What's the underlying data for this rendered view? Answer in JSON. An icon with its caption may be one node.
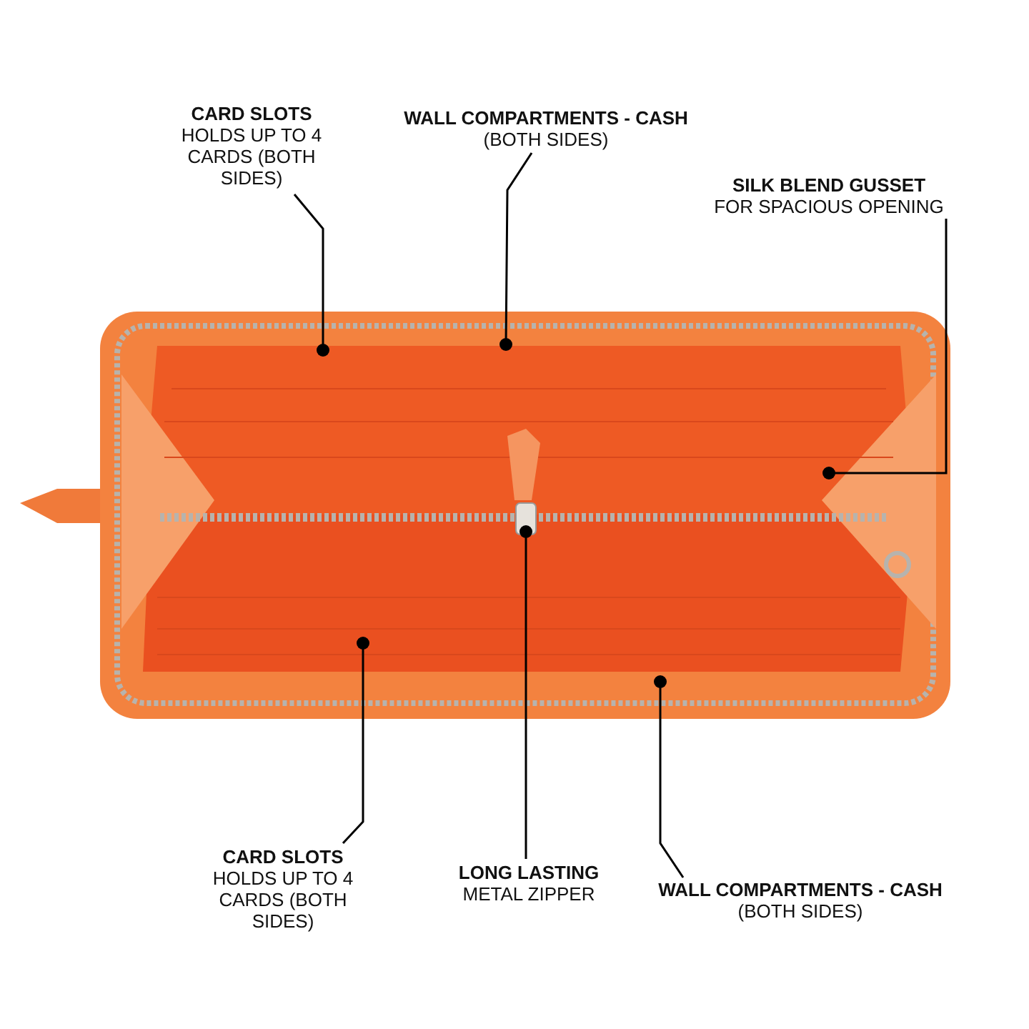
{
  "diagram": {
    "nodes": [
      {
        "text": [
          "CARD SLOTS",
          "HOLDS UP TO 4 CARDS (BOTH SIDES)"
        ]
      },
      {
        "text": [
          "WALL COMPARTMENTS - CASH",
          "(BOTH SIDES)"
        ]
      },
      {
        "text": [
          "SILK BLEND GUSSET",
          "FOR SPACIOUS OPENING"
        ]
      },
      {
        "text": [
          "CARD SLOTS",
          "HOLDS UP TO 4 CARDS (BOTH SIDES)"
        ]
      },
      {
        "text": [
          "LONG LASTING",
          "METAL ZIPPER"
        ]
      },
      {
        "text": [
          "WALL COMPARTMENTS - CASH",
          "(BOTH SIDES)"
        ]
      }
    ],
    "edges": [
      {
        "from": 0,
        "to": null,
        "arrow": "other"
      },
      {
        "from": 1,
        "to": null,
        "arrow": "other"
      },
      {
        "from": 2,
        "to": null,
        "arrow": "other"
      },
      {
        "from": 3,
        "to": null,
        "arrow": "other"
      },
      {
        "from": 4,
        "to": null,
        "arrow": "other"
      },
      {
        "from": 5,
        "to": null,
        "arrow": "other"
      }
    ]
  }
}
